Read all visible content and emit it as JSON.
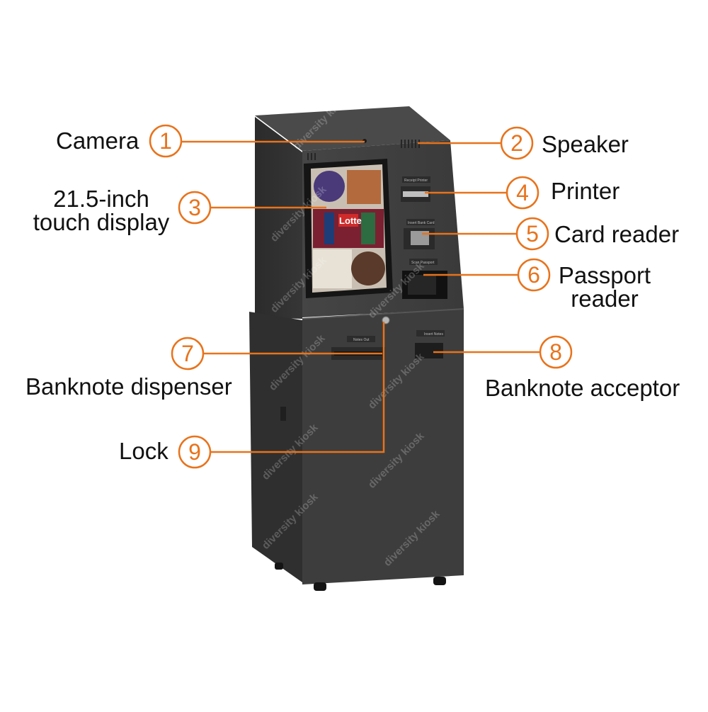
{
  "callouts": [
    {
      "num": "1",
      "text": "Camera"
    },
    {
      "num": "2",
      "text": "Speaker"
    },
    {
      "num": "3",
      "line1": "21.5-inch",
      "line2": "touch display"
    },
    {
      "num": "4",
      "text": "Printer"
    },
    {
      "num": "5",
      "text": "Card reader"
    },
    {
      "num": "6",
      "line1": "Passport",
      "line2": "reader"
    },
    {
      "num": "7",
      "text": "Banknote dispenser"
    },
    {
      "num": "8",
      "text": "Banknote acceptor"
    },
    {
      "num": "9",
      "text": "Lock"
    }
  ],
  "kiosk_labels": {
    "receipt": "Receipt Printer",
    "card": "Insert Bank Card",
    "passport": "Scan Passport",
    "dispense": "Notes Out",
    "insert": "Insert Notes"
  },
  "screen": {
    "brand": "Lotte"
  },
  "watermark": "diversity kiosk",
  "colors": {
    "accent": "#e8731c",
    "body": "#3f3f3f",
    "text": "#111111"
  }
}
